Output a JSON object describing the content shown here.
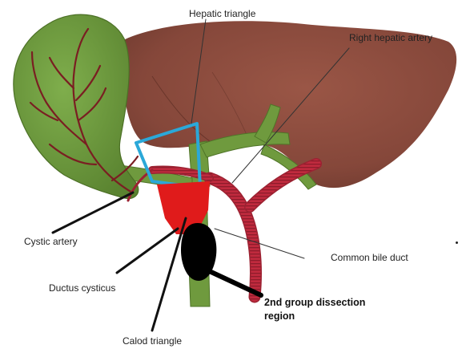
{
  "labels": {
    "hepatic_triangle": "Hepatic triangle",
    "right_hepatic_artery": "Right hepatic artery",
    "cystic_artery": "Cystic artery",
    "common_bile_duct": "Common bile duct",
    "ductus_cysticus": "Ductus cysticus",
    "dissection_region": "2nd group dissection region",
    "calod_triangle": "Calod triangle"
  },
  "colors": {
    "liver": "#8b4a3c",
    "gallbladder": "#6f9a3e",
    "ducts": "#6f9a3e",
    "artery": "#b0283a",
    "hepatic_triangle_outline": "#2ba8d8",
    "calot_region": "#e01b1b",
    "dissection_region": "#000000"
  },
  "icons": [
    "liver-shape",
    "gallbladder-shape",
    "bile-duct-shape",
    "artery-shape",
    "triangle-outline",
    "region-fill",
    "leader-line"
  ]
}
